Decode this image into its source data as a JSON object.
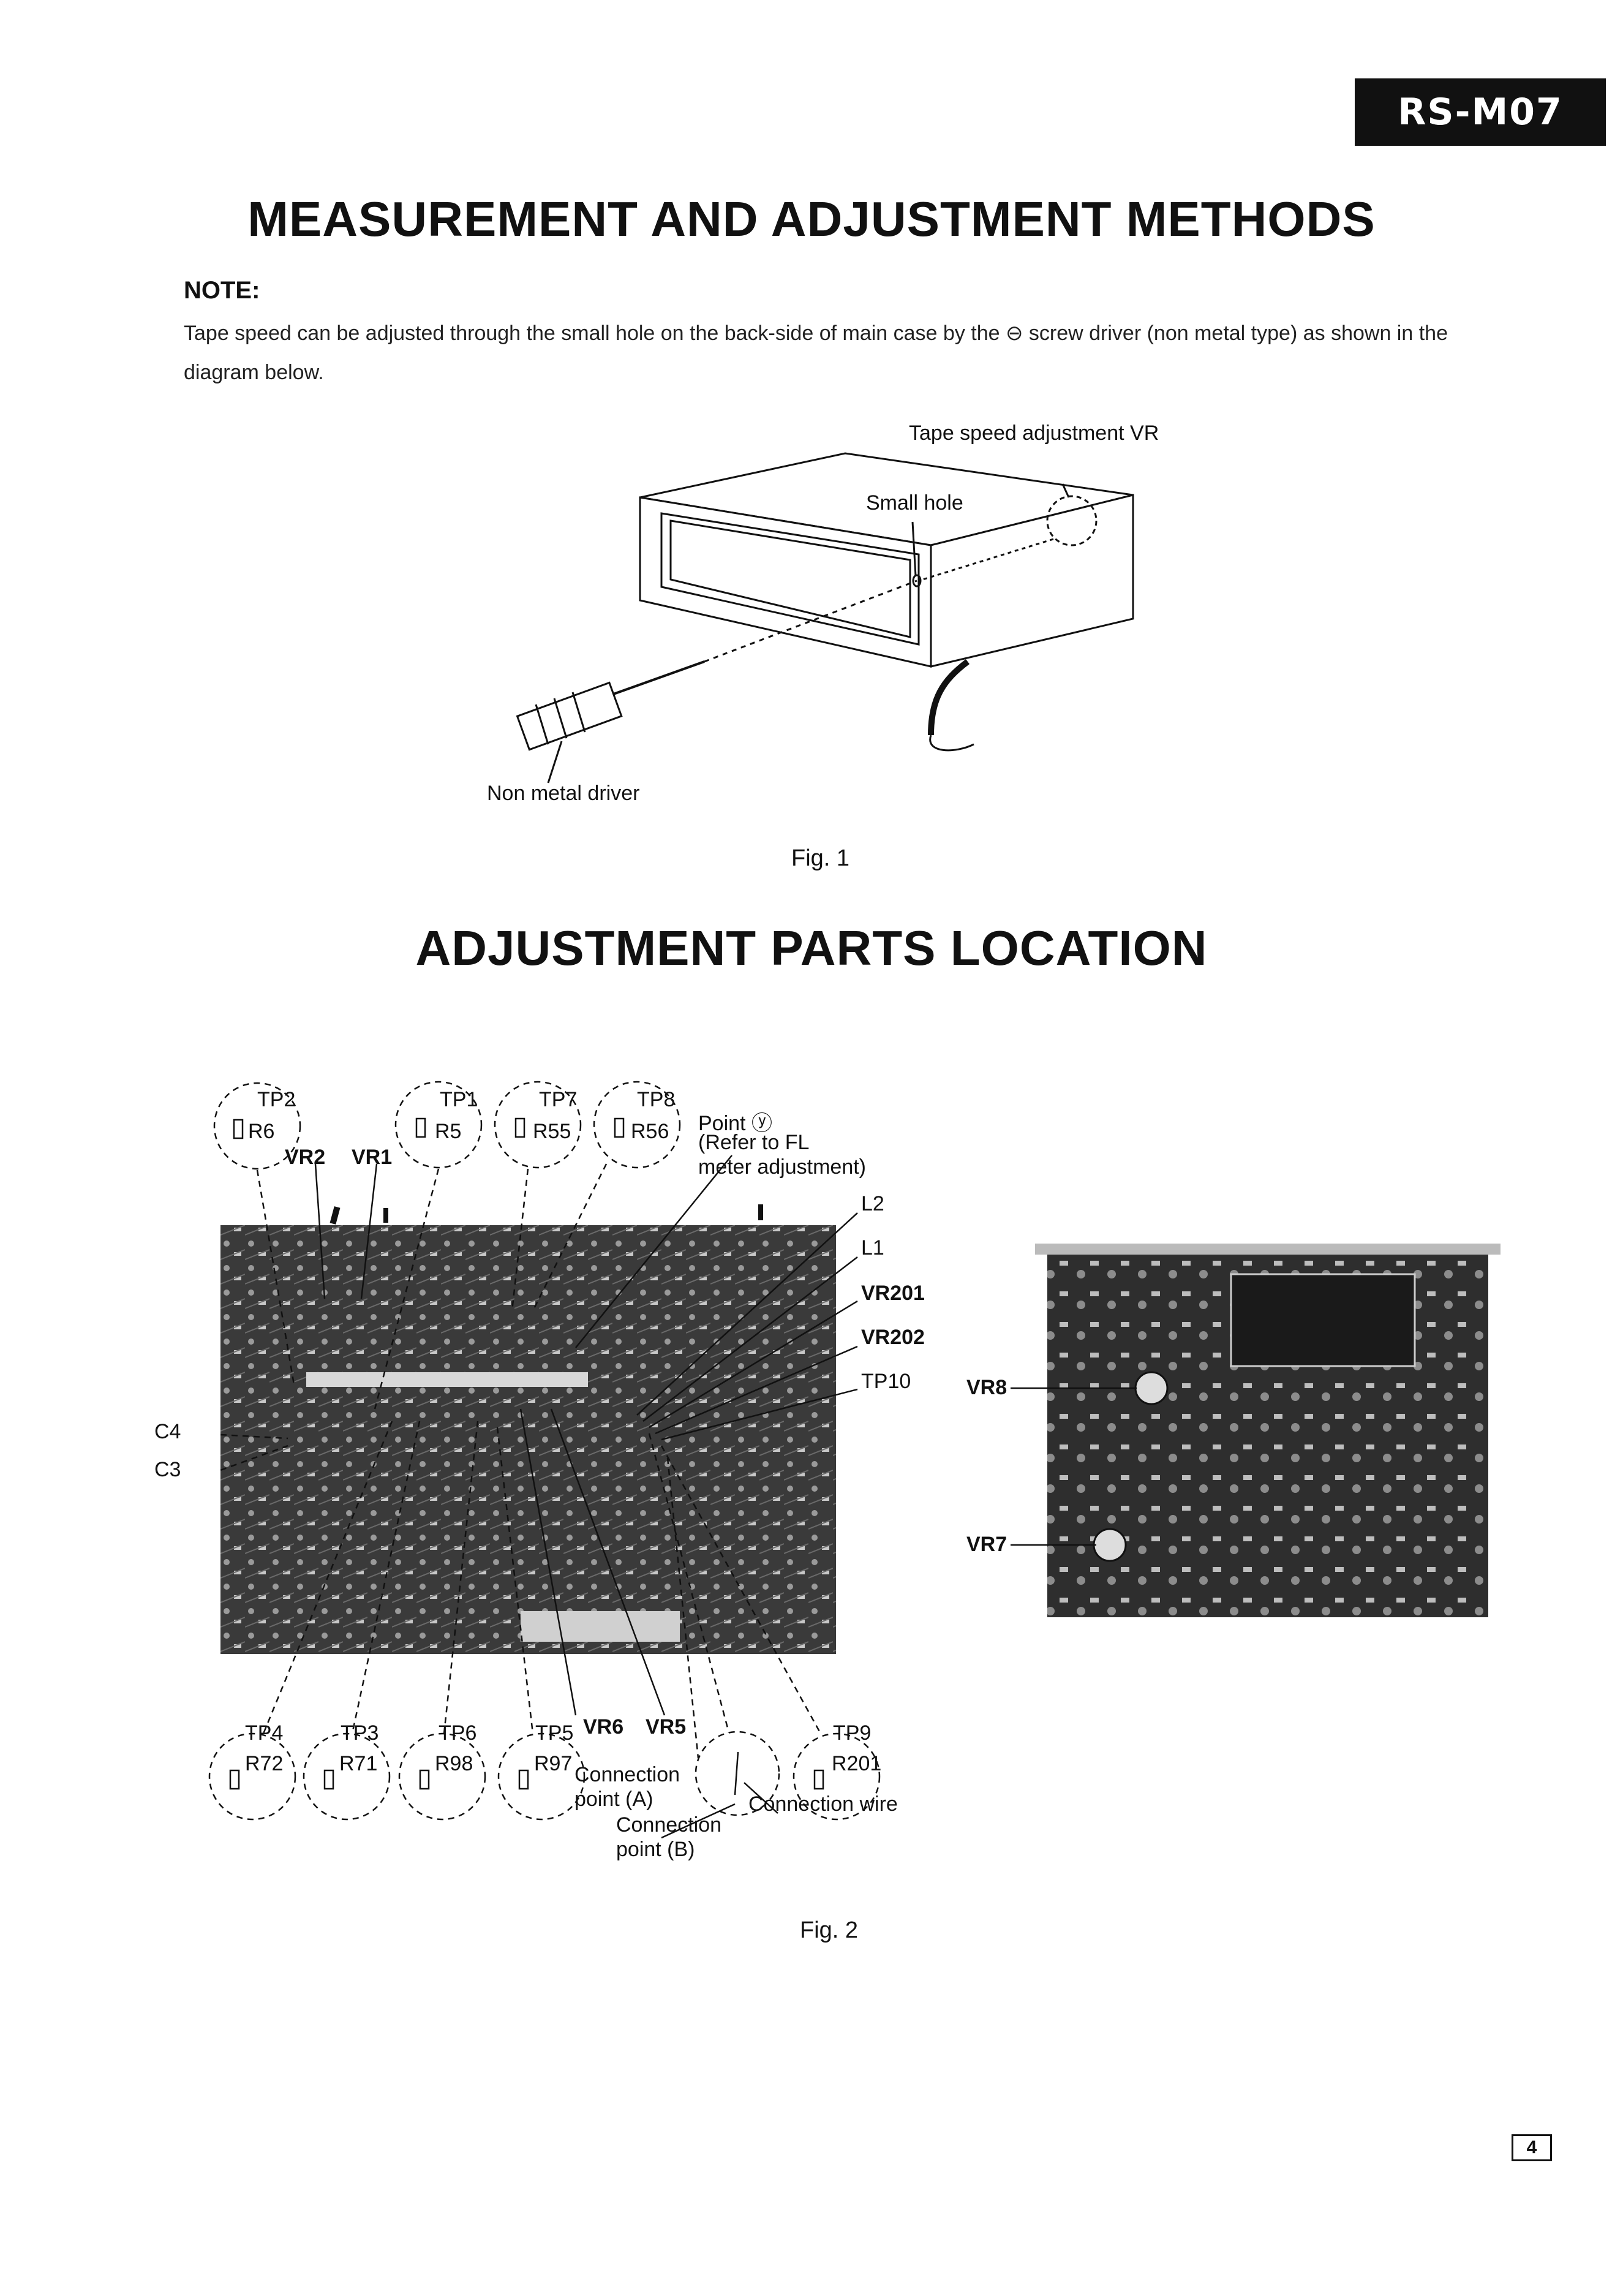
{
  "model_badge": "RS-M07",
  "section1": {
    "title": "MEASUREMENT AND ADJUSTMENT METHODS",
    "note_label": "NOTE:",
    "note_text": "Tape speed can be adjusted through the small hole on the back-side of main case by the ⊖ screw driver (non metal type) as shown in the diagram below."
  },
  "fig1": {
    "labels": {
      "tape_speed_vr": "Tape speed adjustment VR",
      "small_hole": "Small hole",
      "non_metal_driver": "Non metal driver"
    },
    "caption": "Fig. 1"
  },
  "section2": {
    "title": "ADJUSTMENT PARTS LOCATION"
  },
  "fig2": {
    "top_callouts": [
      {
        "tp": "TP2",
        "r": "R6"
      },
      {
        "tp": "TP1",
        "r": "R5"
      },
      {
        "tp": "TP7",
        "r": "R55"
      },
      {
        "tp": "TP8",
        "r": "R56"
      }
    ],
    "bottom_callouts": [
      {
        "tp": "TP4",
        "r": "R72"
      },
      {
        "tp": "TP3",
        "r": "R71"
      },
      {
        "tp": "TP6",
        "r": "R98"
      },
      {
        "tp": "TP5",
        "r": "R97"
      },
      {
        "tp": "TP9",
        "r": "R201"
      }
    ],
    "labels": {
      "point_y": "Point ⓨ",
      "refer_line1": "(Refer to FL",
      "refer_line2": "meter adjustment)",
      "vr2": "VR2",
      "vr1": "VR1",
      "l2": "L2",
      "l1": "L1",
      "vr201": "VR201",
      "vr202": "VR202",
      "tp10": "TP10",
      "c4": "C4",
      "c3": "C3",
      "vr6": "VR6",
      "vr5": "VR5",
      "connection_a_1": "Connection",
      "connection_a_2": "point (A)",
      "connection_b_1": "Connection",
      "connection_b_2": "point (B)",
      "connection_wire": "Connection wire",
      "vr8": "VR8",
      "vr7": "VR7"
    },
    "caption": "Fig. 2"
  },
  "page_number": "4"
}
